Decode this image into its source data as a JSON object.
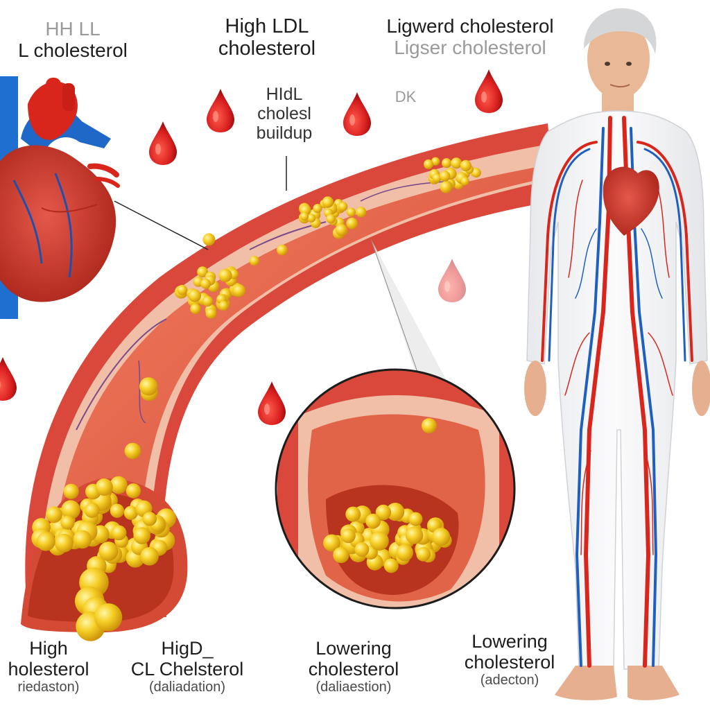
{
  "colors": {
    "background": "#ffffff",
    "blood_drop": "#d81f1f",
    "artery_wall": "#d9483a",
    "artery_inner": "#e8654e",
    "plaque": "#f2c41a",
    "vein": "#1f5fbf"
  },
  "labels": {
    "top_left": {
      "line1": "HH LL",
      "line2": "L cholesterol"
    },
    "top_mid": {
      "line1": "High LDL",
      "line2": "cholesterol"
    },
    "top_right": {
      "line1": "Ligwerd cholesterol",
      "line2": "Ligser cholesterol"
    },
    "buildup": {
      "line1": "HIdL",
      "line2": "cholesl",
      "line3": "buildup"
    },
    "dk": "DK",
    "bottom_1": {
      "line1": "High",
      "line2": "holesterol",
      "line3": "riedaston)"
    },
    "bottom_2": {
      "line1": "HigD_",
      "line2": "CL Chelsterol",
      "line3": "(daliadation)"
    },
    "bottom_3": {
      "line1": "Lowering",
      "line2": "cholesterol",
      "line3": "(daliaestion)"
    },
    "bottom_4": {
      "line1": "Lowering",
      "line2": "cholesterol",
      "line3": "(adecton)"
    }
  },
  "icons": [
    "heart-icon",
    "blood-drop-icon",
    "artery-cross-section",
    "cholesterol-plaque",
    "magnified-artery-circle",
    "human-circulatory-figure"
  ]
}
